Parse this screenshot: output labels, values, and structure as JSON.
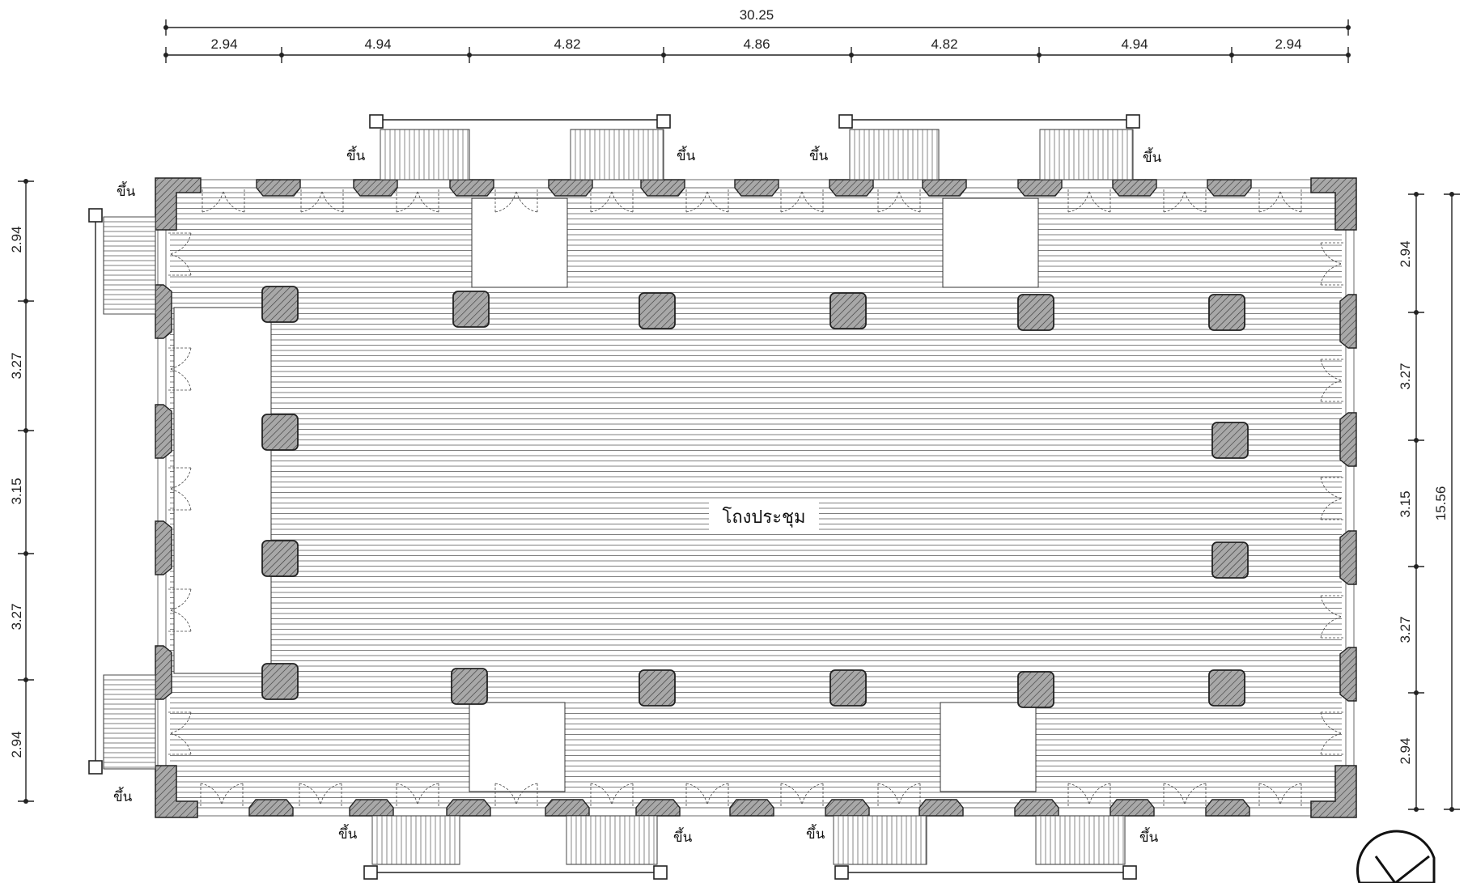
{
  "dimensions": {
    "overall_top": "30.25",
    "top_segments": [
      "2.94",
      "4.94",
      "4.82",
      "4.86",
      "4.82",
      "4.94",
      "2.94"
    ],
    "left_segments": [
      "2.94",
      "3.27",
      "3.15",
      "3.27",
      "2.94"
    ],
    "right_segments": [
      "2.94",
      "3.27",
      "3.15",
      "3.27",
      "2.94"
    ],
    "overall_right": "15.56"
  },
  "room_label": "โถงประชุม",
  "stair_label": "ขึ้น",
  "colors": {
    "wall": "#8d8d8d",
    "column": "#9a9a9a",
    "line": "#222222"
  },
  "icons": [
    "north-arrow-icon"
  ]
}
